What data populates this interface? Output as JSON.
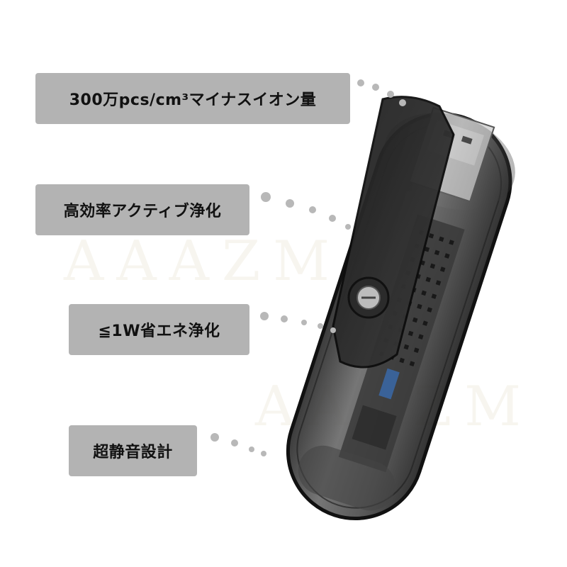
{
  "features": [
    {
      "text": "300万pcs/cm³マイナスイオン量"
    },
    {
      "text": "高効率アクティブ浄化"
    },
    {
      "text": "≦1W省エネ浄化"
    },
    {
      "text": "超静音設計"
    }
  ],
  "watermark": "AAAZM",
  "colors": {
    "label_bg": "#b3b3b3",
    "label_text": "#111111",
    "dot": "#b8b8b8",
    "device_body": "#5a5a5a",
    "device_dark": "#1a1a1a"
  }
}
